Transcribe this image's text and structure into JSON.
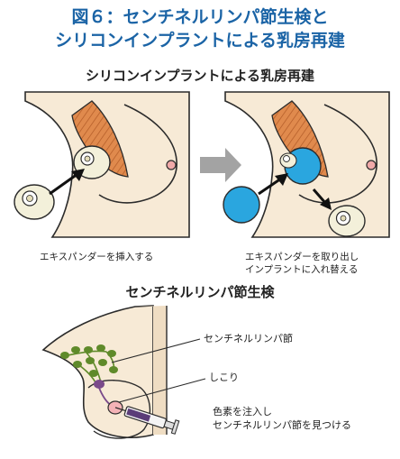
{
  "figure_title_line1": "図６：センチネルリンパ節生検と",
  "figure_title_line2": "シリコンインプラントによる乳房再建",
  "section1_heading": "シリコンインプラントによる乳房再建",
  "caption_left": "エキスパンダーを挿入する",
  "caption_right_line1": "エキスパンダーを取り出し",
  "caption_right_line2": "インプラントに入れ替える",
  "section2_heading": "センチネルリンパ節生検",
  "label_sentinel_node": "センチネルリンパ節",
  "label_lump": "しこり",
  "label_dye_line1": "色素を注入し",
  "label_dye_line2": "センチネルリンパ節を見つける",
  "colors": {
    "title_blue": "#1b64a6",
    "skin": "#f7ead6",
    "skin_shadow": "#e9d6bb",
    "muscle": "#e08a4d",
    "expander_cream": "#f3f0da",
    "implant_blue": "#2aa6df",
    "arrow_gray": "#a3a3a3",
    "lymph_green": "#5f8a2a",
    "vessel_purple": "#7a4a8a",
    "lump_pink": "#f4b3b7"
  }
}
